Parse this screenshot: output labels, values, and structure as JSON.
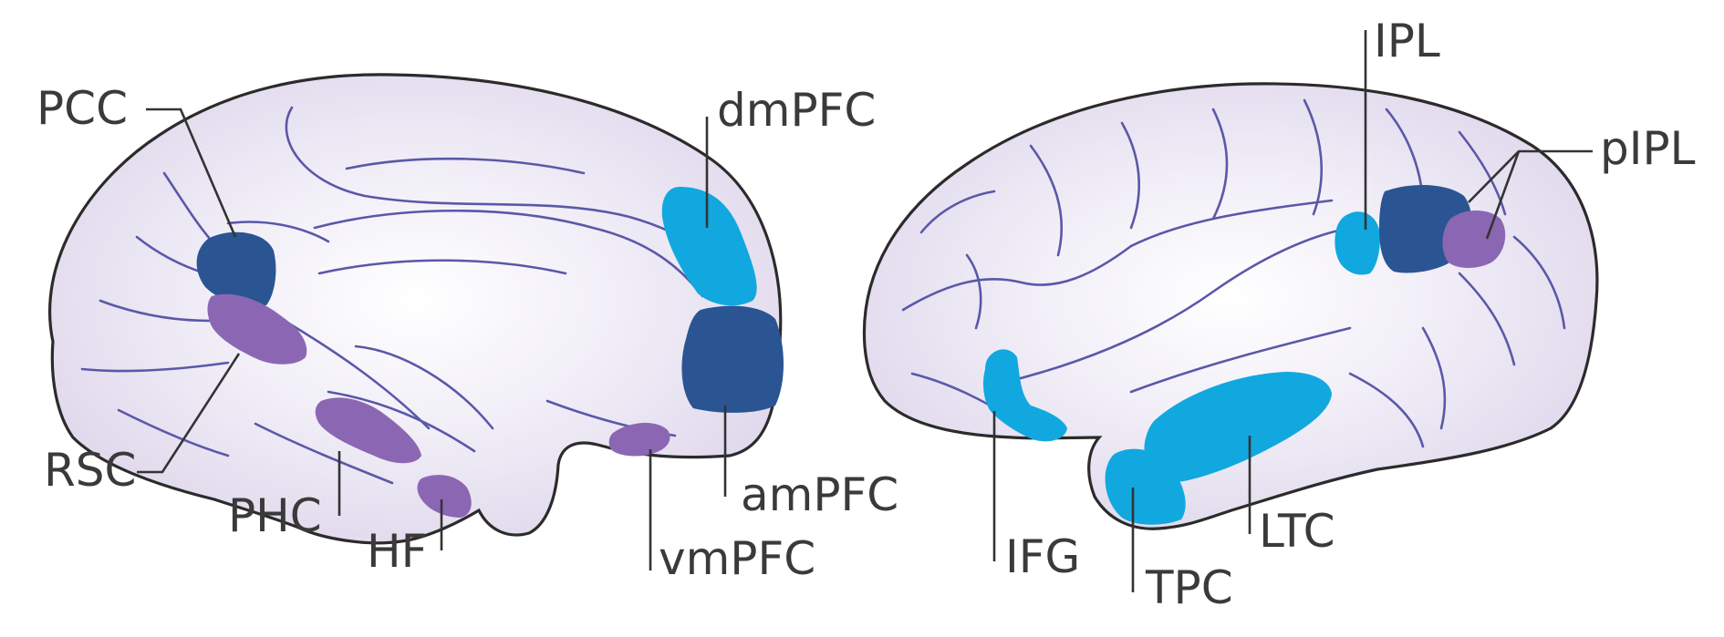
{
  "colors": {
    "core_hub": "#2a5592",
    "dmpfc_subsystem": "#11a8e0",
    "mtl_subsystem": "#8b67b3",
    "brain_fill": "#e9e4f1",
    "sulci": "#5a58a8"
  },
  "medial_view": {
    "labels": {
      "pcc": "PCC",
      "rsc": "RSC",
      "phc": "PHC",
      "hf": "HF",
      "dmpfc": "dmPFC",
      "ampfc": "amPFC",
      "vmpfc": "vmPFC"
    }
  },
  "lateral_view": {
    "labels": {
      "ipl": "IPL",
      "pipl": "pIPL",
      "ifg": "IFG",
      "tpc": "TPC",
      "ltc": "LTC"
    }
  }
}
